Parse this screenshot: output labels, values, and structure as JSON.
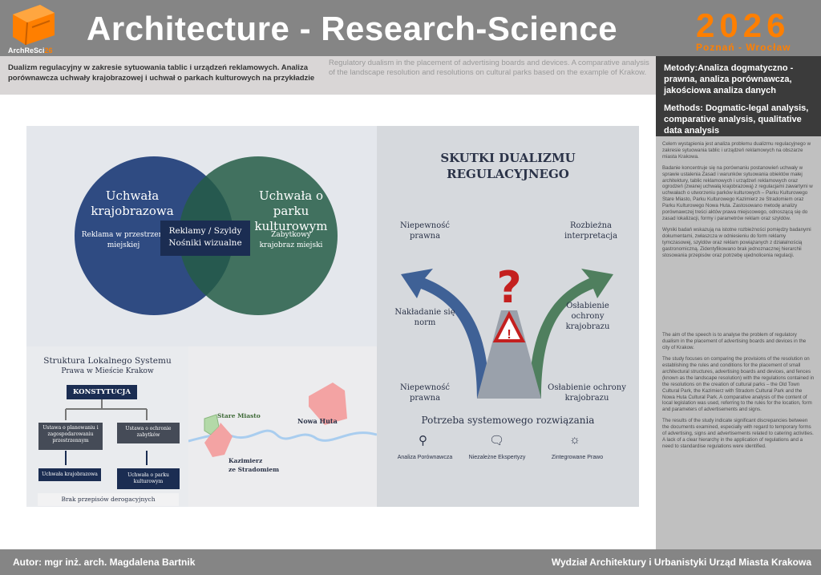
{
  "header": {
    "logo_text": "ArchReSci",
    "logo_num": "26",
    "title": "Architecture - Research-Science",
    "year": "2026",
    "city": "Poznań - Wrocław"
  },
  "subtitle": {
    "pl": "Dualizm regulacyjny w zakresie sytuowania tablic i urządzeń reklamowych. Analiza porównawcza uchwały krajobrazowej i uchwał o parkach kulturowych na przykładzie",
    "en": "Regulatory dualism in the placement of advertising boards and devices. A comparative analysis of the landscape resolution and resolutions on cultural parks based on the example of Krakow."
  },
  "methods": {
    "pl": "Metody:Analiza dogmatyczno -prawna, analiza porównawcza, jakościowa analiza danych",
    "en": "Methods: Dogmatic-legal analysis, comparative analysis, qualitative data analysis"
  },
  "abstract_pl": [
    "Celem wystąpienia jest analiza problemu dualizmu regulacyjnego w zakresie sytuowania tablic i urządzeń reklamowych na obszarze miasta Krakowa.",
    "Badanie koncentruje się na porównaniu postanowień uchwały w sprawie ustalenia Zasad i warunków sytuowania obiektów małej architektury, tablic reklamowych i urządzeń reklamowych oraz ogrodzeń (zwanej uchwałą krajobrazową) z regulacjami zawartymi w uchwałach o utworzeniu parków kulturowych – Parku Kulturowego Stare Miasto, Parku Kulturowego Kazimierz ze Stradomiem oraz Parku Kulturowego Nowa Huta. Zastosowano metodę analizy porównawczej treści aktów prawa miejscowego, odnoszącą się do zasad lokalizacji, formy i parametrów reklam oraz szyldów.",
    "Wyniki badań wskazują na istotne rozbieżności pomiędzy badanymi dokumentami, zwłaszcza w odniesieniu do form reklamy tymczasowej, szyldów oraz reklam powiązanych z działalnością gastronomiczną. Zidentyfikowano brak jednoznacznej hierarchii stosowania przepisów oraz potrzebę ujednolicenia regulacji."
  ],
  "abstract_en": [
    "The aim of the speech is to analyse the problem of regulatory dualism in the placement of advertising boards and devices in the city of Krakow.",
    "The study focuses on comparing the provisions of the resolution on establishing the rules and conditions for the placement of small architectural structures, advertising boards and devices, and fences (known as the landscape resolution) with the regulations contained in the resolutions on the creation of cultural parks – the Old Town Cultural Park, the Kazimierz with Stradom Cultural Park and the Nowa Huta Cultural Park. A comparative analysis of the content of local legislation was used, referring to the rules for the location, form and parameters of advertisements and signs.",
    "The results of the study indicate significant discrepancies between the documents examined, especially with regard to temporary forms of advertising, signs and advertisements related to catering activities. A lack of a clear hierarchy in the application of regulations and a need to standardise regulations were identified."
  ],
  "venn": {
    "left_title": "Uchwała krajobrazowa",
    "left_sub": "Reklama w przestrzeni miejskiej",
    "right_title": "Uchwała o parku kulturowym",
    "right_sub": "Zabytkowy krajobraz miejski",
    "mid1": "Reklamy / Szyldy",
    "mid2": "Nośniki wizualne"
  },
  "structure": {
    "title1": "Struktura Lokalnego Systemu",
    "title2": "Prawa w Mieście Krakow",
    "top": "KONSTYTUCJA",
    "law1": "Ustawa o planowaniu i zagospodarowaniu przestrzennym",
    "law2": "Ustawa o ochronie zabytków",
    "res1": "Uchwała krajobrazowa",
    "res2": "Uchwała o parku kulturowym",
    "footer": "Brak przepisów derogacyjnych"
  },
  "map": {
    "stare": "Stare Miasto",
    "nowa": "Nowa Huta",
    "kaz1": "Kazimierz",
    "kaz2": "ze Stradomiem"
  },
  "effects": {
    "title1": "SKUTKI DUALIZMU",
    "title2": "REGULACYJNEGO",
    "items": [
      "Niepewność prawna",
      "Rozbieżna interpretacja",
      "Nakładanie się norm",
      "Osłabienie ochrony krajobrazu",
      "Niepewność prawna",
      "Osłabienie ochrony krajobrazu"
    ],
    "need": "Potrzeba systemowego rozwiązania",
    "tools": [
      "Analiza Porównawcza",
      "Niezależne Ekspertyzy",
      "Zintegrowane Prawo"
    ]
  },
  "footer": {
    "author": "Autor: mgr inż. arch. Magdalena Bartnik",
    "faculty": "Wydział Architektury i Urbanistyki Urząd Miasta Krakowa"
  },
  "colors": {
    "orange": "#ff7f00",
    "navy": "#1f3e78",
    "green": "#245c46"
  }
}
